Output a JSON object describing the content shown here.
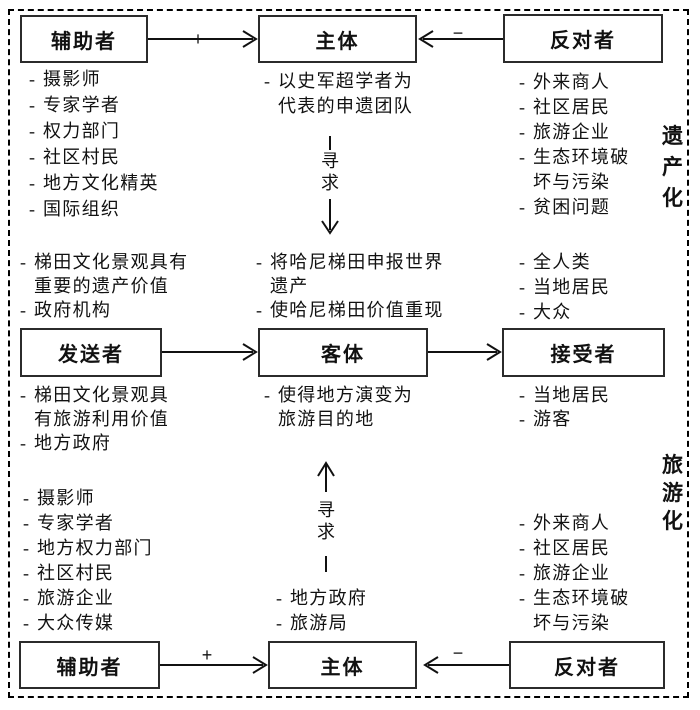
{
  "bullet": "-",
  "signs": {
    "plus": "+",
    "minus": "−"
  },
  "seek_label": "寻求",
  "side_labels": {
    "heritage": "遗产化",
    "tourism": "旅游化"
  },
  "boxes": {
    "top_helper": "辅助者",
    "top_subject": "主体",
    "top_opponent": "反对者",
    "mid_sender": "发送者",
    "mid_object": "客体",
    "mid_receiver": "接受者",
    "bot_helper": "辅助者",
    "bot_subject": "主体",
    "bot_opponent": "反对者"
  },
  "lists": {
    "top_left": [
      "摄影师",
      "专家学者",
      "权力部门",
      "社区村民",
      "地方文化精英",
      "国际组织"
    ],
    "top_center": [
      "以史军超学者为代表的申遗团队"
    ],
    "top_right": [
      "外来商人",
      "社区居民",
      "旅游企业",
      "生态环境破坏与污染",
      "贫困问题"
    ],
    "mid_left": [
      "梯田文化景观具有重要的遗产价值",
      "政府机构"
    ],
    "mid_center": [
      "将哈尼梯田申报世界遗产",
      "使哈尼梯田价值重现"
    ],
    "mid_right": [
      "全人类",
      "当地居民",
      "大众"
    ],
    "low_left": [
      "梯田文化景观具有旅游利用价值",
      "地方政府"
    ],
    "low_center": [
      "使得地方演变为旅游目的地"
    ],
    "low_right": [
      "当地居民",
      "游客"
    ],
    "bottom_left": [
      "摄影师",
      "专家学者",
      "地方权力部门",
      "社区村民",
      "旅游企业",
      "大众传媒"
    ],
    "bottom_center": [
      "地方政府",
      "旅游局"
    ],
    "bottom_right": [
      "外来商人",
      "社区居民",
      "旅游企业",
      "生态环境破坏与污染"
    ]
  }
}
